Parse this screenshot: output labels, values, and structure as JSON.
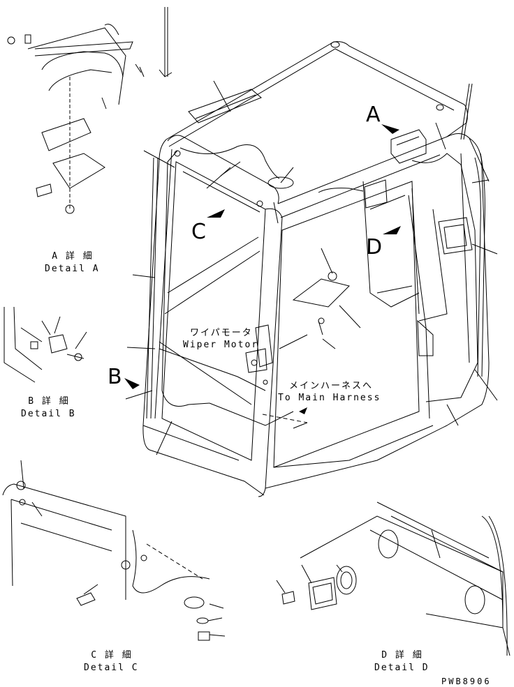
{
  "detail_a": {
    "jp": "A 詳 細",
    "en": "Detail A"
  },
  "detail_b": {
    "jp": "B 詳 細",
    "en": "Detail B"
  },
  "detail_c": {
    "jp": "C 詳 細",
    "en": "Detail C"
  },
  "detail_d": {
    "jp": "D 詳 細",
    "en": "Detail D"
  },
  "markers": {
    "a": "A",
    "b": "B",
    "c": "C",
    "d": "D"
  },
  "wiper_motor": {
    "jp": "ワイパモータ",
    "en": "Wiper Motor"
  },
  "main_harness": {
    "jp": "メインハーネスへ",
    "en": "To Main Harness"
  },
  "drawing_code": "PWB8906"
}
